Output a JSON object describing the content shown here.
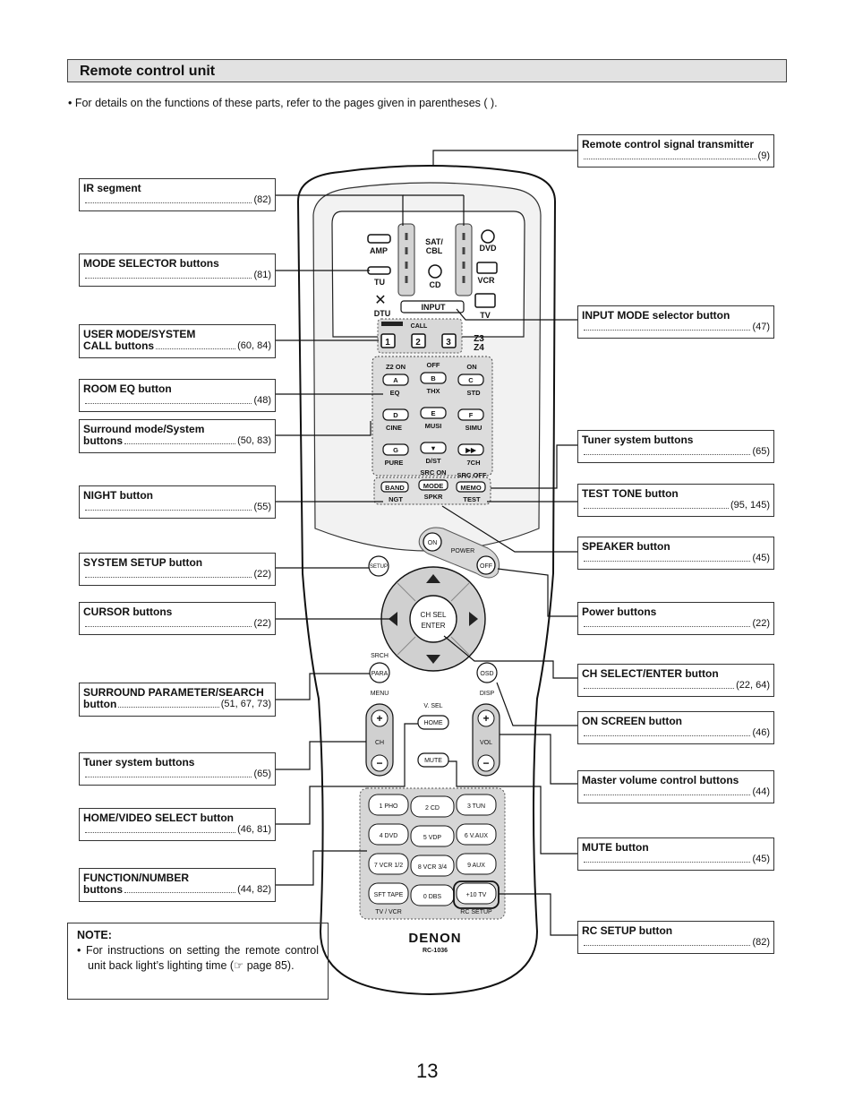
{
  "section": {
    "title": "Remote control unit"
  },
  "intro": "• For details on the functions of these parts, refer to the pages given in parentheses (   ).",
  "labels": {
    "ir_segment": {
      "title": "IR segment",
      "pages": "(82)"
    },
    "mode_selector": {
      "title": "MODE SELECTOR buttons",
      "pages": "(81)"
    },
    "user_mode": {
      "title": "USER MODE/SYSTEM",
      "title2": "CALL buttons",
      "pages": "(60, 84)"
    },
    "room_eq": {
      "title": "ROOM EQ button",
      "pages": "(48)"
    },
    "surround_mode": {
      "title": "Surround mode/System",
      "title2": "buttons",
      "pages": "(50, 83)"
    },
    "night": {
      "title": "NIGHT button",
      "pages": "(55)"
    },
    "system_setup": {
      "title": "SYSTEM SETUP button",
      "pages": "(22)"
    },
    "cursor": {
      "title": "CURSOR buttons",
      "pages": "(22)"
    },
    "surround_param": {
      "title": "SURROUND PARAMETER/SEARCH",
      "title2": "button",
      "pages": "(51, 67, 73)"
    },
    "tuner_system_left": {
      "title": "Tuner system buttons",
      "pages": "(65)"
    },
    "home_video": {
      "title": "HOME/VIDEO SELECT button",
      "pages": "(46, 81)"
    },
    "function_number": {
      "title": "FUNCTION/NUMBER",
      "title2": "buttons",
      "pages": "(44, 82)"
    },
    "rc_transmitter": {
      "title": "Remote control signal transmitter",
      "pages": "(9)"
    },
    "input_mode": {
      "title": "INPUT MODE selector button",
      "pages": "(47)"
    },
    "tuner_system_right": {
      "title": "Tuner system buttons",
      "pages": "(65)"
    },
    "test_tone": {
      "title": "TEST TONE button",
      "pages": "(95, 145)"
    },
    "speaker": {
      "title": "SPEAKER button",
      "pages": "(45)"
    },
    "power": {
      "title": "Power buttons",
      "pages": "(22)"
    },
    "ch_select": {
      "title": "CH SELECT/ENTER button",
      "pages": "(22, 64)"
    },
    "on_screen": {
      "title": "ON SCREEN button",
      "pages": "(46)"
    },
    "master_volume": {
      "title": "Master volume control buttons",
      "pages": "(44)"
    },
    "mute": {
      "title": "MUTE button",
      "pages": "(45)"
    },
    "rc_setup": {
      "title": "RC SETUP button",
      "pages": "(82)"
    }
  },
  "note": {
    "title": "NOTE:",
    "body": "• For instructions on setting the remote control unit back light’s lighting time (☞ page 85)."
  },
  "remote": {
    "mode_labels": [
      "AMP",
      "SAT/ CBL",
      "DVD",
      "TU",
      "CD",
      "VCR",
      "DTU",
      "INPUT",
      "TV"
    ],
    "call_label": "CALL",
    "user_buttons": [
      "1",
      "2",
      "3"
    ],
    "zone_labels": [
      "Z3",
      "Z4"
    ],
    "surround_top": [
      "Z2 ON",
      "OFF",
      "ON"
    ],
    "surround_rows": [
      [
        "A",
        "B",
        "C"
      ],
      [
        "EQ",
        "THX",
        "STD"
      ],
      [
        "D",
        "E",
        "F"
      ],
      [
        "CINE",
        "MUSI",
        "SIMU"
      ],
      [
        "G",
        "▼",
        "▶▶"
      ],
      [
        "PURE",
        "D/ST",
        "7CH"
      ]
    ],
    "band_row": [
      "BAND",
      "MODE",
      "MEMO"
    ],
    "band_sub": [
      "NGT",
      "SPKR",
      "TEST"
    ],
    "src_labels": [
      "SRC ON",
      "SRC OFF"
    ],
    "power_labels": [
      "ON",
      "POWER",
      "OFF"
    ],
    "setup": "SETUP",
    "ch_sel": "CH SEL",
    "enter": "ENTER",
    "srch": "SRCH",
    "para": "PARA",
    "osd": "OSD",
    "menu": "MENU",
    "disp": "DISP",
    "vsel": "V. SEL",
    "home": "HOME",
    "mute": "MUTE",
    "ch": "CH",
    "vol": "VOL",
    "keypad": [
      [
        "1 PHO",
        "2 CD",
        "3 TUN"
      ],
      [
        "4 DVD",
        "5 VDP",
        "6 V.AUX"
      ],
      [
        "7 VCR 1/2",
        "8 VCR 3/4",
        "9 AUX"
      ],
      [
        "SFT TAPE",
        "0 DBS",
        "+10 TV"
      ]
    ],
    "keypad_bottom": [
      "TV / VCR",
      "RC SETUP"
    ],
    "brand": "DENON",
    "model": "RC-1036"
  },
  "page_number": "13"
}
